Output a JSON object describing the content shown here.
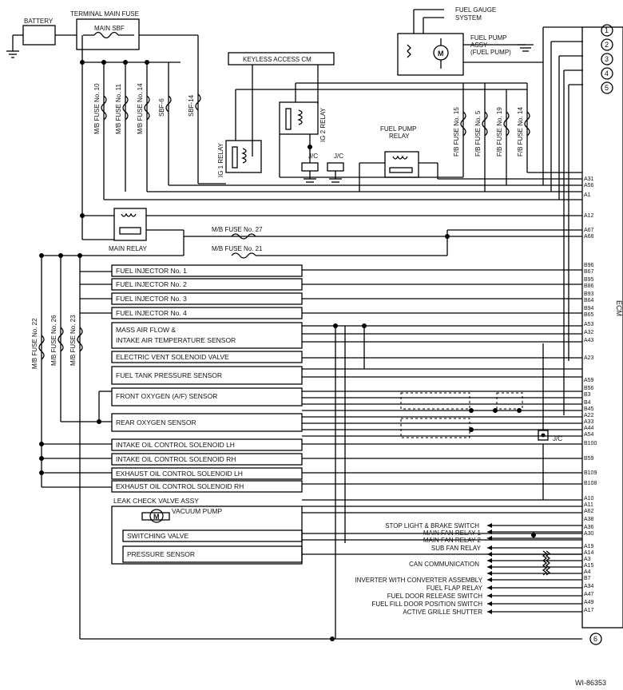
{
  "top": {
    "battery": "BATTERY",
    "terminal_main_fuse": "TERMINAL MAIN FUSE",
    "main_sbf": "MAIN SBF",
    "keyless_access_cm": "KEYLESS ACCESS CM",
    "fuel_gauge_1": "FUEL GAUGE",
    "fuel_gauge_2": "SYSTEM",
    "fuel_pump_assy_1": "FUEL PUMP",
    "fuel_pump_assy_2": "ASSY",
    "fuel_pump_assy_3": "(FUEL PUMP)",
    "motor_symbol": "M",
    "ig1_relay": "IG 1 RELAY",
    "ig2_relay": "IG 2 RELAY",
    "fuel_pump_relay_1": "FUEL PUMP",
    "fuel_pump_relay_2": "RELAY",
    "jc": "J/C",
    "main_relay": "MAIN RELAY"
  },
  "fuses_vertical": [
    "M/B FUSE No. 10",
    "M/B FUSE No. 11",
    "M/B FUSE No. 14",
    "SBF-6",
    "SBF-14",
    "F/B FUSE No. 15",
    "F/B FUSE No. 5",
    "F/B FUSE No. 19",
    "F/B FUSE No. 14",
    "M/B FUSE No. 22",
    "M/B FUSE No. 26",
    "M/B FUSE No. 23"
  ],
  "fuses_horizontal": [
    "M/B FUSE No. 27",
    "M/B FUSE No. 21"
  ],
  "connectors": [
    "1",
    "2",
    "3",
    "4",
    "5",
    "6"
  ],
  "components": [
    "FUEL INJECTOR No. 1",
    "FUEL INJECTOR No. 2",
    "FUEL INJECTOR No. 3",
    "FUEL INJECTOR No. 4",
    "MASS AIR FLOW &",
    "INTAKE AIR TEMPERATURE SENSOR",
    "ELECTRIC VENT SOLENOID VALVE",
    "FUEL TANK PRESSURE SENSOR",
    "FRONT OXYGEN (A/F) SENSOR",
    "REAR OXYGEN SENSOR",
    "INTAKE OIL CONTROL SOLENOID LH",
    "INTAKE OIL CONTROL SOLENOID RH",
    "EXHAUST OIL CONTROL SOLENOID LH",
    "EXHAUST OIL CONTROL SOLENOID RH"
  ],
  "leak_check": {
    "title": "LEAK CHECK VALVE ASSY",
    "vacuum_pump": "VACUUM PUMP",
    "switching_valve": "SWITCHING VALVE",
    "pressure_sensor": "PRESSURE SENSOR"
  },
  "ecm_label": "ECM",
  "ecm_pins": [
    "A31",
    "A56",
    "A1",
    "A12",
    "A67",
    "A68",
    "B96",
    "B67",
    "B95",
    "B86",
    "B93",
    "B64",
    "B94",
    "B65",
    "A53",
    "A32",
    "A43",
    "A23",
    "A59",
    "B56",
    "B3",
    "B4",
    "B45",
    "A22",
    "A33",
    "A44",
    "A54",
    "B100",
    "B59",
    "B109",
    "B108",
    "A10",
    "A11",
    "A62",
    "A38",
    "A36",
    "A30",
    "A19",
    "A14",
    "A3",
    "A15",
    "A4",
    "B7",
    "A34",
    "A47",
    "A49",
    "A17"
  ],
  "right_signals": [
    "STOP LIGHT & BRAKE SWITCH",
    "MAIN FAN RELAY 1",
    "MAIN FAN RELAY 2",
    "SUB FAN RELAY",
    "CAN COMMUNICATION",
    "INVERTER WITH CONVERTER ASSEMBLY",
    "FUEL FLAP RELAY",
    "FUEL DOOR RELEASE SWITCH",
    "FUEL FILL DOOR POSITION SWITCH",
    "ACTIVE GRILLE SHUTTER"
  ],
  "diagram_id": "WI-86353"
}
